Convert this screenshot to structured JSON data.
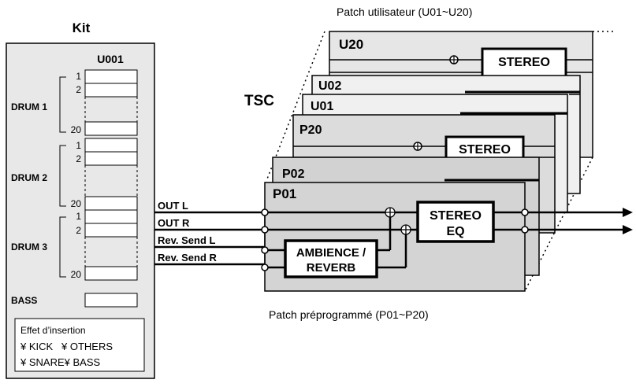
{
  "kit": {
    "title": "Kit",
    "slot_header": "U001",
    "drums": [
      {
        "label": "DRUM 1",
        "first": "1",
        "second": "2",
        "last": "20"
      },
      {
        "label": "DRUM 2",
        "first": "1",
        "second": "2",
        "last": "20"
      },
      {
        "label": "DRUM 3",
        "first": "1",
        "second": "2",
        "last": "20"
      }
    ],
    "bass_label": "BASS",
    "insertion": {
      "title": "Effet d’insertion",
      "line1": "¥ KICK   ¥ OTHERS",
      "line2": "¥ SNARE¥ BASS"
    }
  },
  "signals": {
    "out_l": "OUT L",
    "out_r": "OUT R",
    "rev_send_l": "Rev. Send L",
    "rev_send_r": "Rev. Send R"
  },
  "tsc_label": "TSC",
  "user_patch_caption": "Patch utilisateur (U01~U20)",
  "preset_patch_caption": "Patch préprogrammé (P01~P20)",
  "patches": {
    "u20": "U20",
    "u02": "U02",
    "u01": "U01",
    "p20": "P20",
    "p02": "P02",
    "p01": "P01"
  },
  "blocks": {
    "stereo_eq_line1": "STEREO",
    "stereo_eq_line2": "EQ",
    "stereo_partial": "STEREO",
    "ambience_line1": "AMBIENCE /",
    "ambience_line2": "REVERB"
  }
}
